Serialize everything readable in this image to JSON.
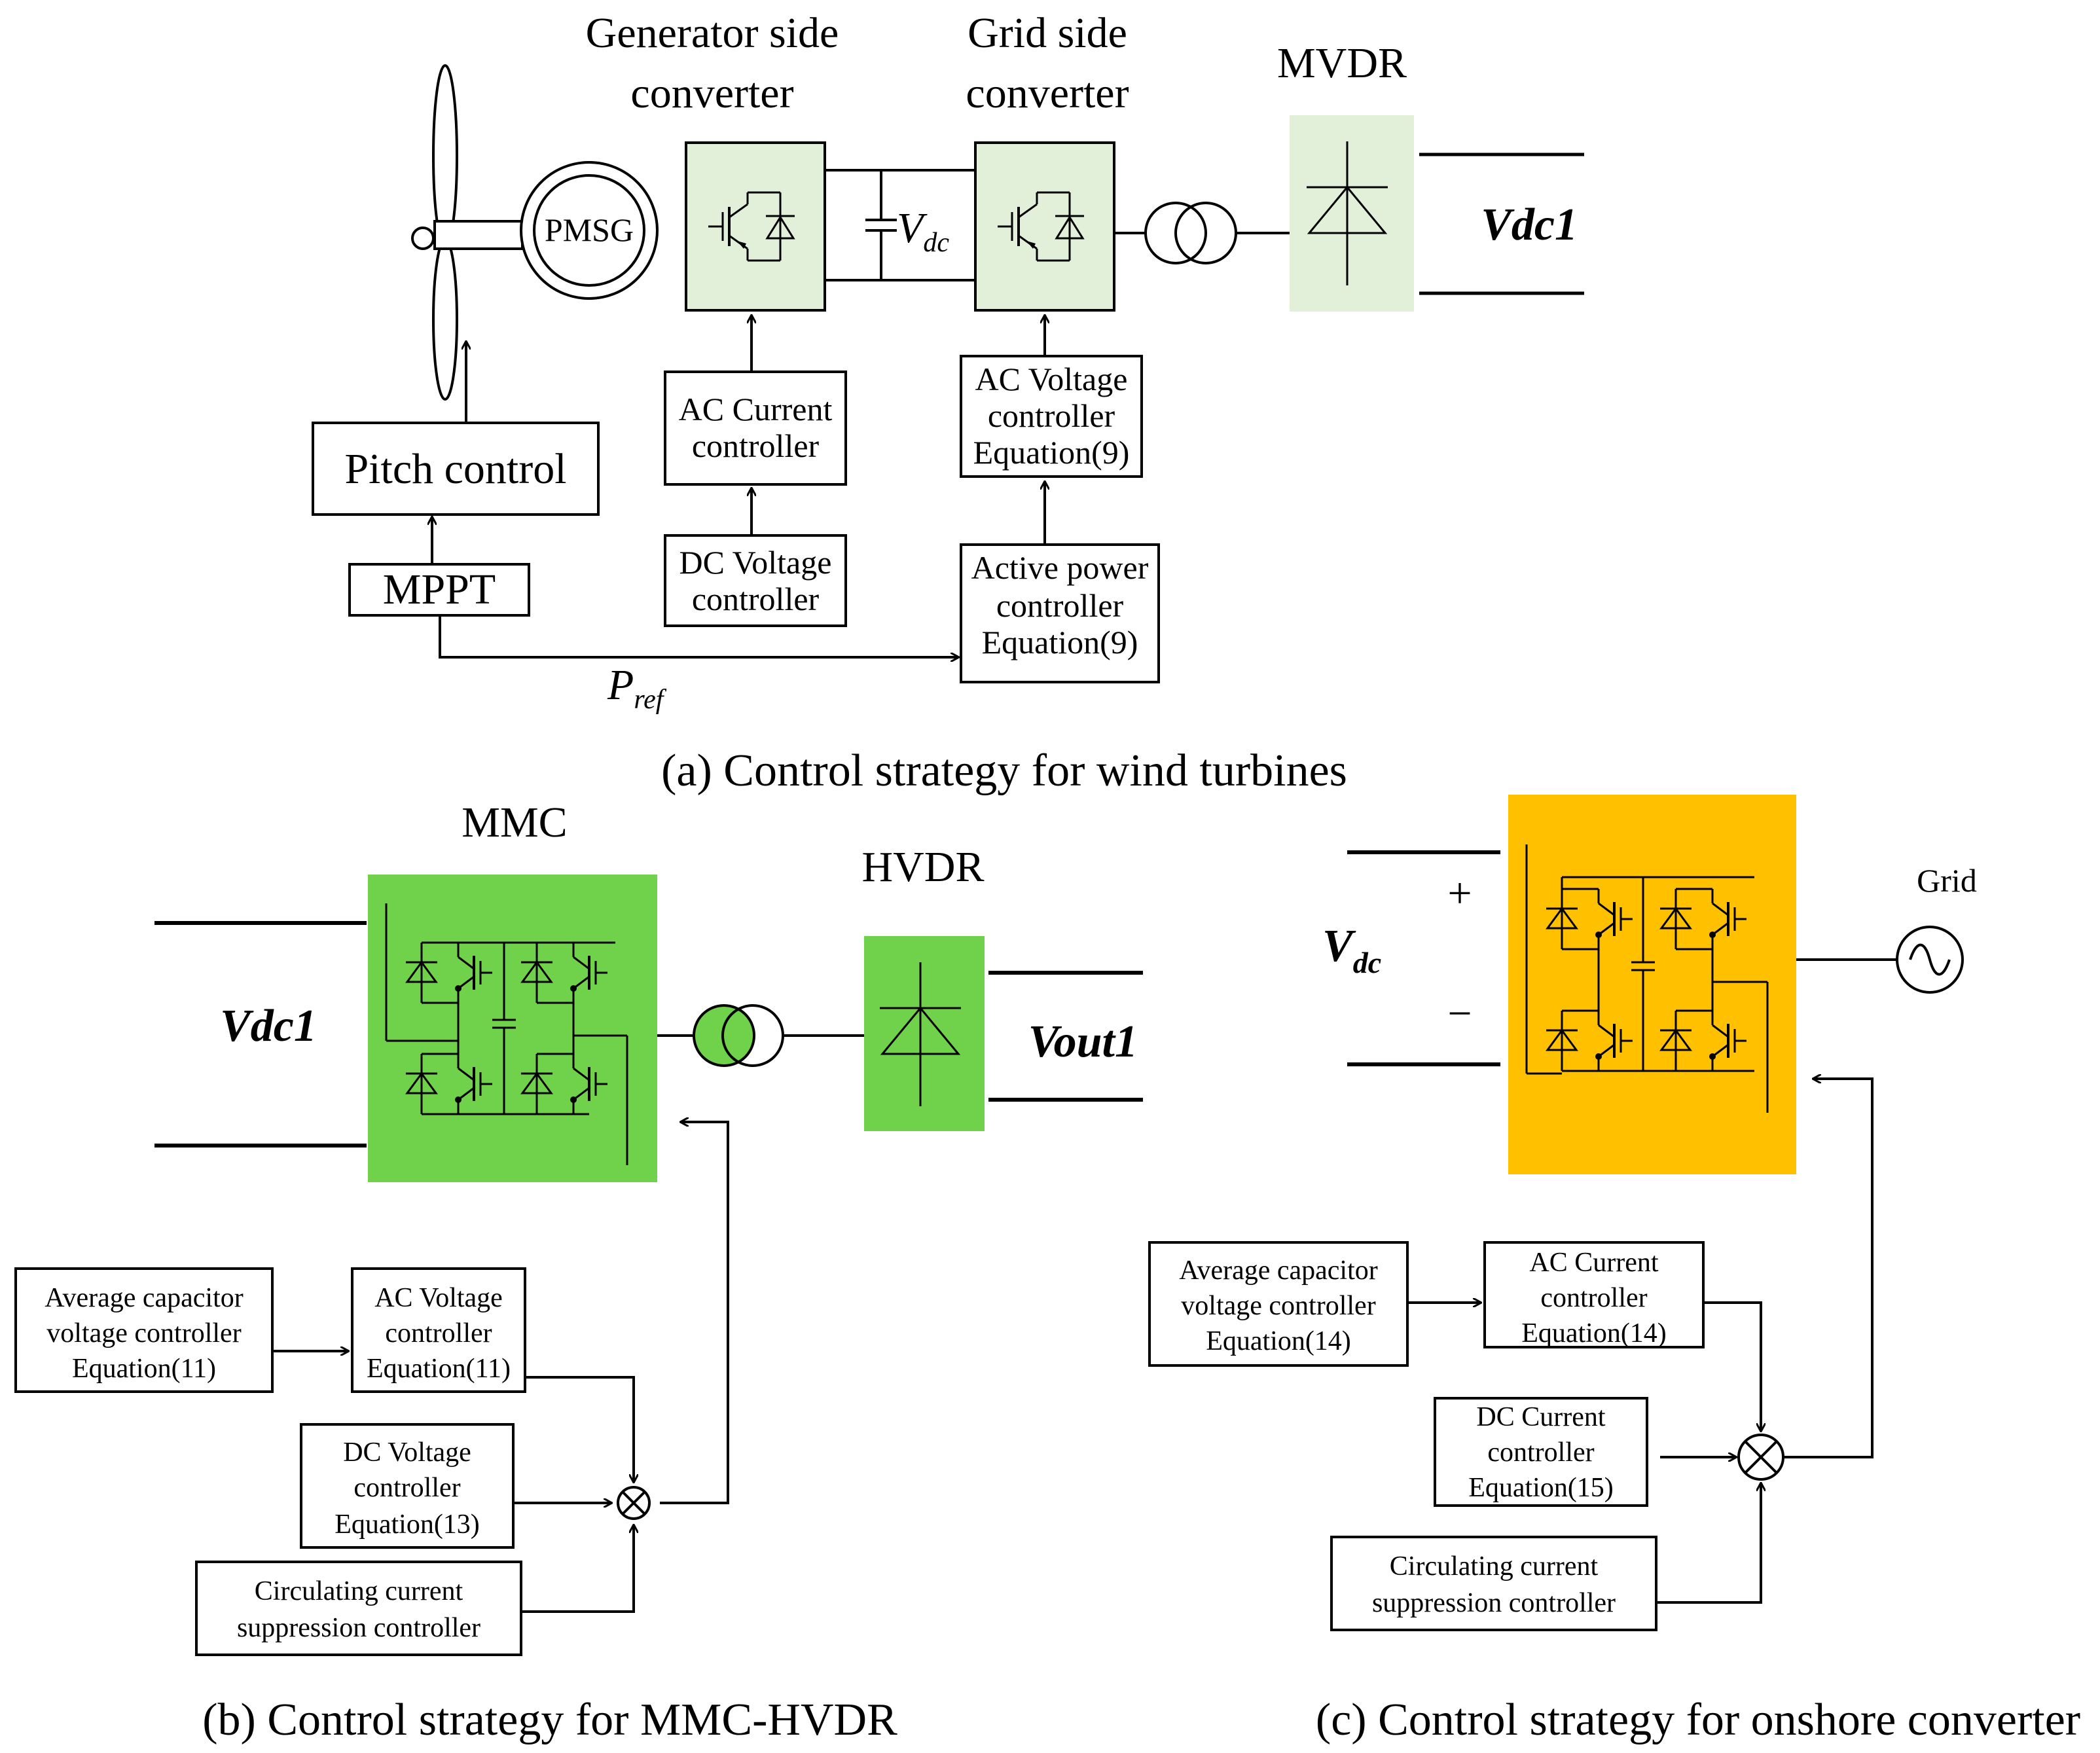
{
  "colors": {
    "light_green": "#e2efd9",
    "green": "#70d24b",
    "orange": "#ffc000",
    "stroke": "#000000"
  },
  "panel_a": {
    "generator_side_converter": [
      "Generator side",
      "converter"
    ],
    "grid_side_converter": [
      "Grid side",
      "converter"
    ],
    "mvdr": "MVDR",
    "pmsg": "PMSG",
    "vdc_symbol": "V",
    "vdc_sub": "dc",
    "vdc1": "Vdc1",
    "pitch_control": "Pitch control",
    "mppt": "MPPT",
    "ac_current_controller": [
      "AC Current",
      "controller"
    ],
    "dc_voltage_controller": [
      "DC Voltage",
      "controller"
    ],
    "ac_voltage_controller": [
      "AC Voltage",
      "controller",
      "Equation(9)"
    ],
    "active_power_controller": [
      "Active power",
      "controller",
      "Equation(9)"
    ],
    "pref_symbol": "P",
    "pref_sub": "ref",
    "caption": "(a) Control strategy for wind turbines"
  },
  "panel_b": {
    "mmc": "MMC",
    "hvdr": "HVDR",
    "vdc1": "Vdc1",
    "vout1": "Vout1",
    "avg_cap_controller": [
      "Average capacitor",
      "voltage controller",
      "Equation(11)"
    ],
    "ac_voltage_controller": [
      "AC Voltage",
      "controller",
      "Equation(11)"
    ],
    "dc_voltage_controller": [
      "DC Voltage",
      "controller",
      "Equation(13)"
    ],
    "circulating_controller": [
      "Circulating current",
      "suppression controller"
    ],
    "caption": "(b) Control strategy for MMC-HVDR"
  },
  "panel_c": {
    "vdc_symbol": "V",
    "vdc_sub": "dc",
    "plus": "+",
    "minus": "−",
    "grid": "Grid",
    "avg_cap_controller": [
      "Average capacitor",
      "voltage controller",
      "Equation(14)"
    ],
    "ac_current_controller": [
      "AC Current",
      "controller",
      "Equation(14)"
    ],
    "dc_current_controller": [
      "DC Current",
      "controller",
      "Equation(15)"
    ],
    "circulating_controller": [
      "Circulating current",
      "suppression controller"
    ],
    "caption": "(c) Control strategy for onshore converter"
  }
}
